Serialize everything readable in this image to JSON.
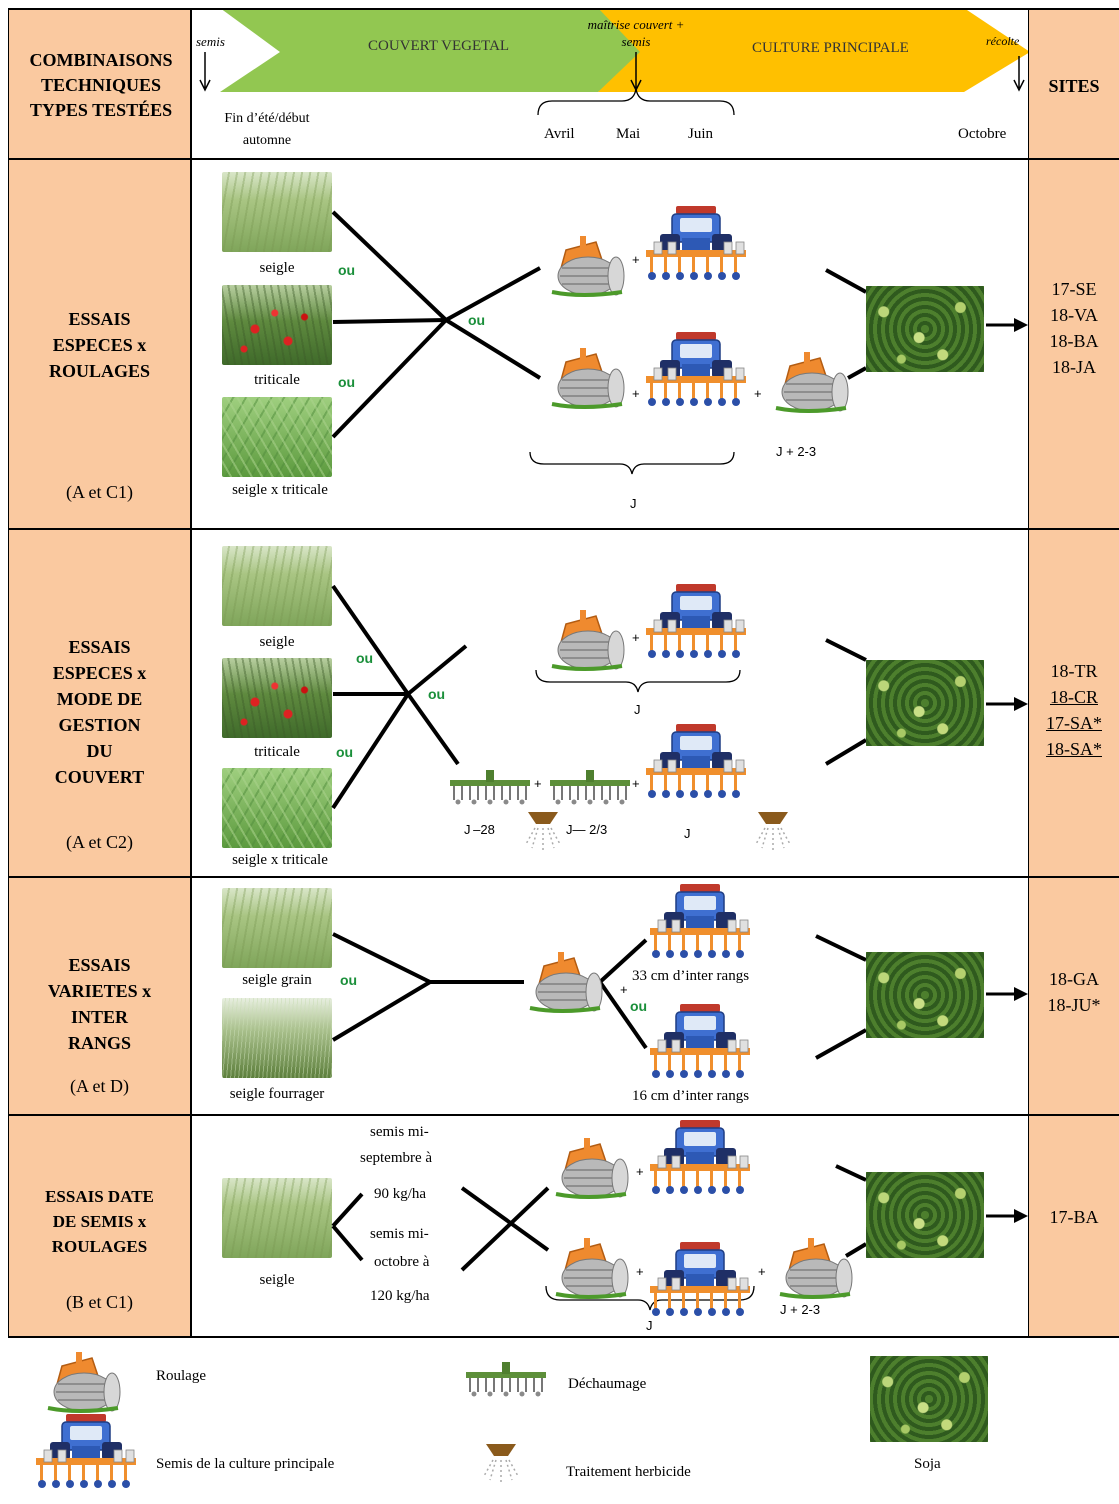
{
  "header": {
    "left_title": "COMBINAISONS TECHNIQUES TYPES TESTÉES",
    "right_title": "SITES",
    "arrow_cover": "COUVERT VEGETAL",
    "arrow_crop": "CULTURE PRINCIPALE",
    "semis_label": "semis",
    "maitrise_label": "maîtrise couvert + semis",
    "recolte_label": "récolte",
    "timeline_start": "Fin d’été/début automne",
    "month_april": "Avril",
    "month_may": "Mai",
    "month_june": "Juin",
    "month_october": "Octobre",
    "colors": {
      "cover_green": "#92c751",
      "crop_orange": "#ffc000",
      "cell_peach": "#fac9a0"
    }
  },
  "rows": [
    {
      "title": "ESSAIS ESPECES x ROULAGES",
      "subtitle": "(A et C1)",
      "species": [
        "seigle",
        "triticale",
        "seigle x triticale"
      ],
      "ou": "ou",
      "timing_roll": "J + 2-3",
      "timing_j": "J",
      "sites": [
        "17-SE",
        "18-VA",
        "18-BA",
        "18-JA"
      ]
    },
    {
      "title": "ESSAIS ESPECES x MODE DE GESTION DU COUVERT",
      "subtitle": "(A et C2)",
      "species": [
        "seigle",
        "triticale",
        "seigle x triticale"
      ],
      "ou": "ou",
      "timing_j": "J",
      "timing_j28": "J –28",
      "timing_j23": "J— 2/3",
      "sites": [
        "18-TR",
        "18-CR",
        "17-SA*",
        "18-SA*"
      ]
    },
    {
      "title": "ESSAIS VARIETES x INTER RANGS",
      "subtitle": "(A et D)",
      "species": [
        "seigle grain",
        "seigle fourrager"
      ],
      "ou": "ou",
      "row_spacing_wide": "33 cm d’inter rangs",
      "row_spacing_narrow": "16 cm d’inter rangs",
      "sites": [
        "18-GA",
        "18-JU*"
      ]
    },
    {
      "title": "ESSAIS DATE DE SEMIS x ROULAGES",
      "subtitle": "(B et C1)",
      "species": [
        "seigle"
      ],
      "sowing_early_1": "semis mi-",
      "sowing_early_2": "septembre à",
      "sowing_early_3": "90 kg/ha",
      "sowing_late_1": "semis mi-",
      "sowing_late_2": "octobre à",
      "sowing_late_3": "120 kg/ha",
      "timing_roll": "J + 2-3",
      "timing_j": "J",
      "sites": [
        "17-BA"
      ]
    }
  ],
  "legend": {
    "roulage": "Roulage",
    "dechaumage": "Déchaumage",
    "soja": "Soja",
    "semis": "Semis de la culture principale",
    "herbicide": "Traitement herbicide"
  },
  "plus": "+"
}
